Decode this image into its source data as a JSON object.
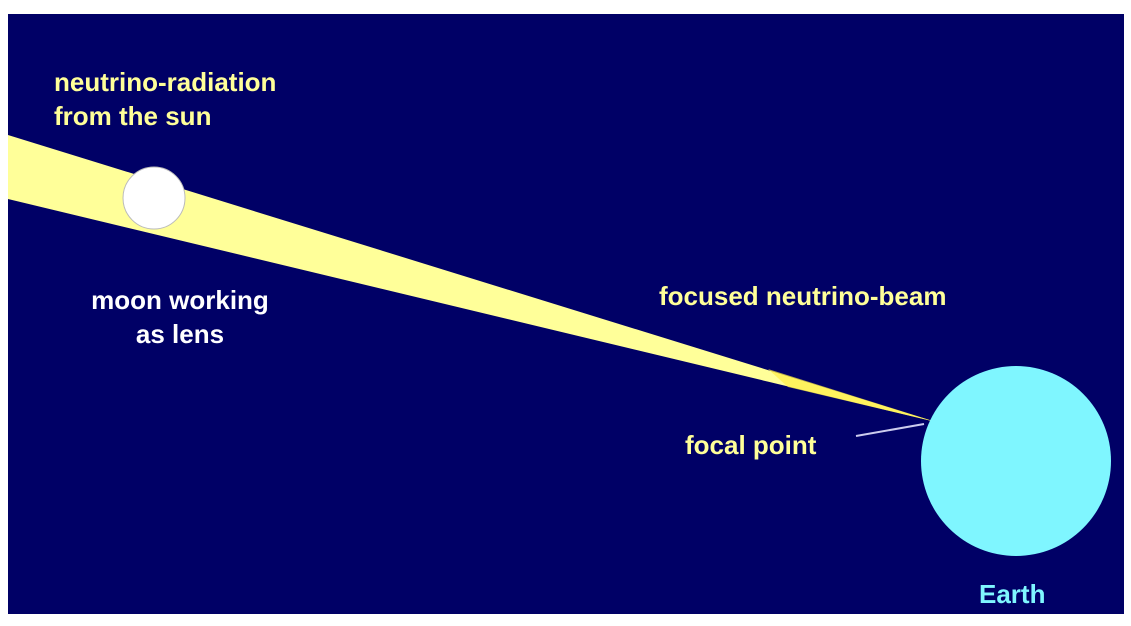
{
  "labels": {
    "source_line1": "neutrino-radiation",
    "source_line2": "from the sun",
    "lens_line1": "moon working",
    "lens_line2": "as lens",
    "beam": "focused neutrino-beam",
    "focal_point": "focal point",
    "earth": "Earth"
  },
  "colors": {
    "background": "#000066",
    "beam": "#ffff99",
    "moon": "#ffffff",
    "earth": "#7ff6ff",
    "text_yellow": "#ffff99",
    "text_white": "#ffffff",
    "text_cyan": "#7ff6ff"
  }
}
